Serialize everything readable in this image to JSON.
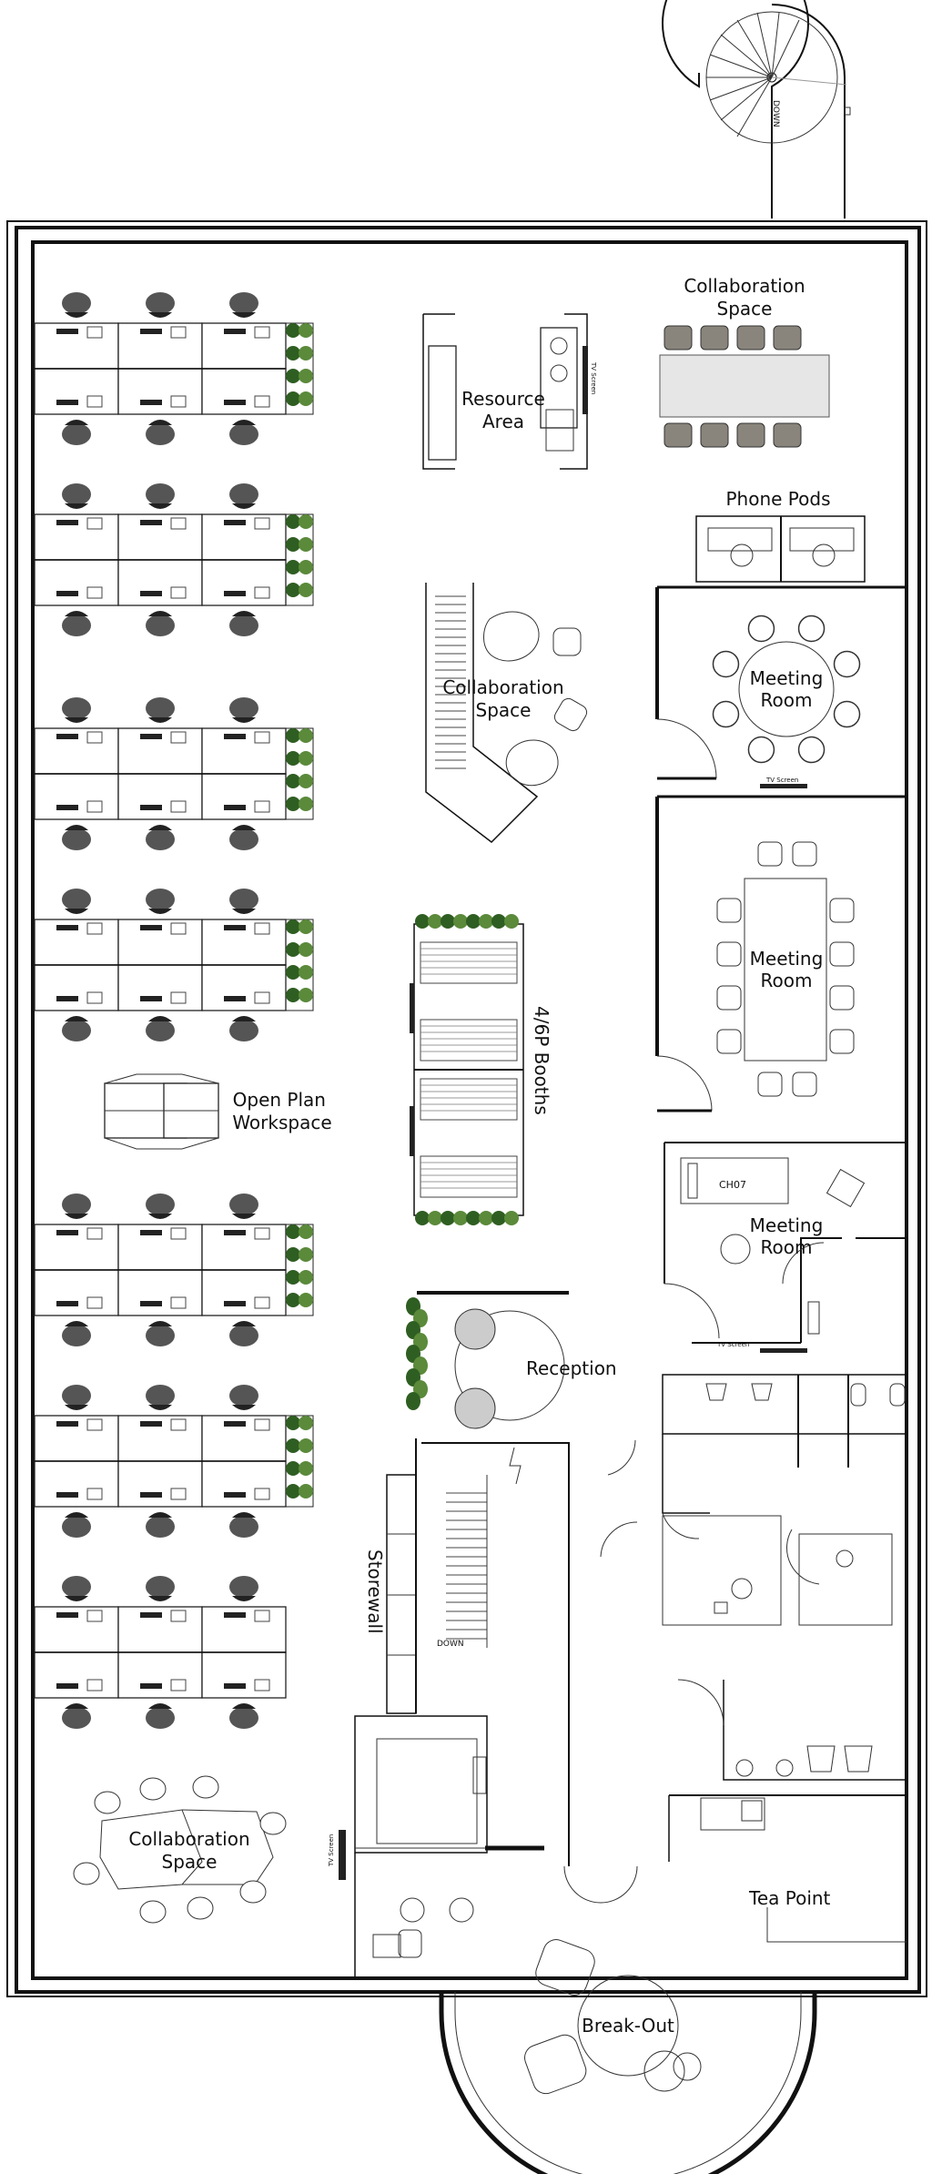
{
  "floorplan": {
    "rooms": {
      "collab_top": "Collaboration\nSpace",
      "resource": "Resource\nArea",
      "phone_pods": "Phone Pods",
      "collab_mid": "Collaboration\nSpace",
      "meeting1": "Meeting\nRoom",
      "meeting2": "Meeting\nRoom",
      "booths": "4/6P Booths",
      "open_plan": "Open Plan\nWorkspace",
      "meeting3": "Meeting\nRoom",
      "reception": "Reception",
      "storewall": "Storewall",
      "collab_bottom": "Collaboration\nSpace",
      "tea_point": "Tea Point",
      "break_out": "Break-Out"
    },
    "small_labels": {
      "tv_screen": "TV Screen",
      "down_spiral": "DOWN",
      "down_stair": "DOWN",
      "ch07": "CH07"
    },
    "colors": {
      "wall": "#111111",
      "chair": "#3a3a3a",
      "plant": "#5a8a3a",
      "table_top": "#e6e6e6"
    }
  }
}
